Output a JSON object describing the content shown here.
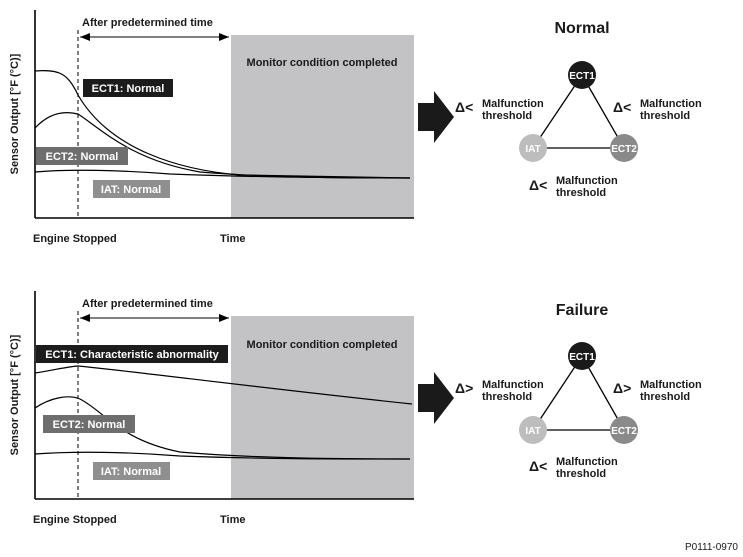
{
  "panels": [
    {
      "id": "normal",
      "y_axis_label": "Sensor Output [°F (°C)]",
      "x_label_start": "Engine Stopped",
      "x_label_end": "Time",
      "interval_label": "After predetermined time",
      "shaded_label": "Monitor condition completed",
      "curve_labels": {
        "ect1": "ECT1: Normal",
        "ect2": "ECT2: Normal",
        "iat": "IAT: Normal"
      },
      "triangle_title": "Normal",
      "nodes": {
        "top": "ECT1",
        "left": "IAT",
        "right": "ECT2"
      },
      "edge_labels": {
        "left": {
          "symbol": "Δ<",
          "line1": "Malfunction",
          "line2": "threshold"
        },
        "right": {
          "symbol": "Δ<",
          "line1": "Malfunction",
          "line2": "threshold"
        },
        "bottom": {
          "symbol": "Δ<",
          "line1": "Malfunction",
          "line2": "threshold"
        }
      }
    },
    {
      "id": "failure",
      "y_axis_label": "Sensor Output [°F (°C)]",
      "x_label_start": "Engine Stopped",
      "x_label_end": "Time",
      "interval_label": "After predetermined time",
      "shaded_label": "Monitor condition completed",
      "curve_labels": {
        "ect1": "ECT1: Characteristic abnormality",
        "ect2": "ECT2: Normal",
        "iat": "IAT: Normal"
      },
      "triangle_title": "Failure",
      "nodes": {
        "top": "ECT1",
        "left": "IAT",
        "right": "ECT2"
      },
      "edge_labels": {
        "left": {
          "symbol": "Δ>",
          "line1": "Malfunction",
          "line2": "threshold"
        },
        "right": {
          "symbol": "Δ>",
          "line1": "Malfunction",
          "line2": "threshold"
        },
        "bottom": {
          "symbol": "Δ<",
          "line1": "Malfunction",
          "line2": "threshold"
        }
      }
    }
  ],
  "figure_code": "P0111-0970",
  "colors": {
    "shade": "#c3c3c5",
    "label_dark": "#1c1c1c",
    "label_mid": "#6e6e6e",
    "label_light": "#8f8f8f",
    "node_dark": "#1a1a1a",
    "node_iat": "#bdbdbd",
    "node_ect2": "#8a8a8a"
  }
}
